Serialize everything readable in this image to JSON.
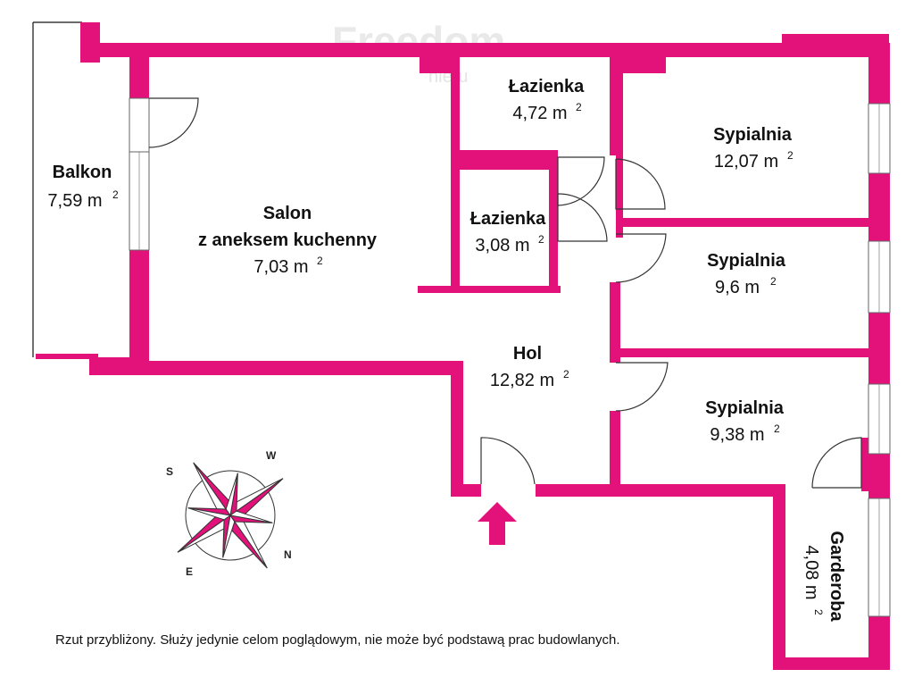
{
  "rooms": {
    "balkon": {
      "name": "Balkon",
      "area": "7,59 m",
      "unit_exp": "2"
    },
    "salon": {
      "name_line1": "Salon",
      "name_line2": "z aneksem kuchenny",
      "area": "7,03 m",
      "unit_exp": "2"
    },
    "lazienka1": {
      "name": "Łazienka",
      "area": "4,72 m",
      "unit_exp": "2"
    },
    "lazienka2": {
      "name": "Łazienka",
      "area": "3,08 m",
      "unit_exp": "2"
    },
    "sypialnia1": {
      "name": "Sypialnia",
      "area": "12,07 m",
      "unit_exp": "2"
    },
    "sypialnia2": {
      "name": "Sypialnia",
      "area": "9,6 m",
      "unit_exp": "2"
    },
    "sypialnia3": {
      "name": "Sypialnia",
      "area": "9,38 m",
      "unit_exp": "2"
    },
    "hol": {
      "name": "Hol",
      "area": "12,82 m",
      "unit_exp": "2"
    },
    "garderoba": {
      "name": "Garderoba",
      "area": "4,08 m",
      "unit_exp": "2"
    }
  },
  "compass": {
    "n": "N",
    "s": "S",
    "e": "E",
    "w": "W"
  },
  "disclaimer": "Rzut przybliżony. Służy jedynie celom poglądowym, nie może być podstawą prac budowlanych.",
  "watermark": {
    "line1": "Freedom",
    "line2": "nieru"
  },
  "colors": {
    "wall": "#e3127a"
  }
}
